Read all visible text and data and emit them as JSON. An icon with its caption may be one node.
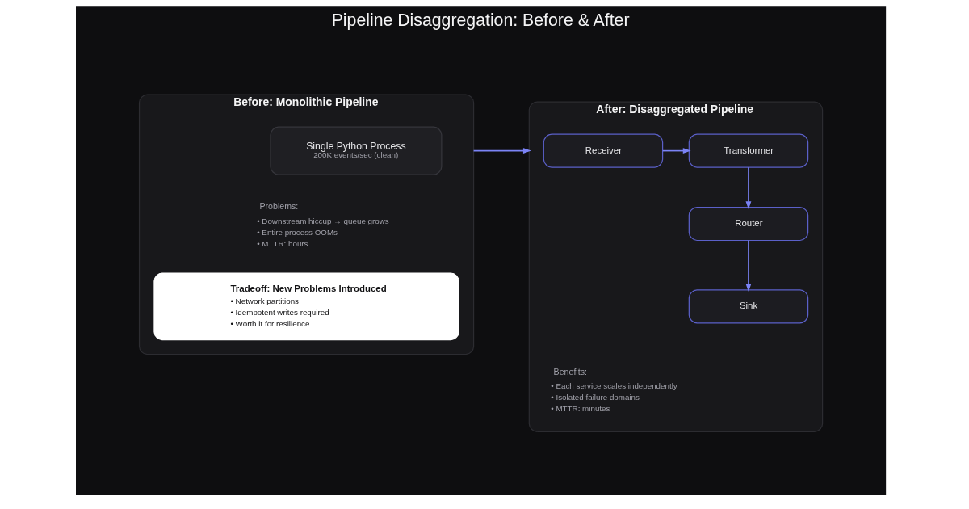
{
  "diagram": {
    "title": "Pipeline Disaggregation: Before & After",
    "nodes": [
      {
        "text": [
          "Before: Monolithic Pipeline"
        ]
      },
      {
        "text": [
          "Single Python Process",
          "200K events/sec (clean)"
        ],
        "in": 0
      },
      {
        "text": [
          "Tradeoff: New Problems Introduced",
          "• Network partitions",
          "• Idempotent writes required",
          "• Worth it for resilience"
        ],
        "in": 0
      },
      {
        "text": [
          "After: Disaggregated Pipeline"
        ]
      },
      {
        "text": [
          "Receiver"
        ],
        "in": 3
      },
      {
        "text": [
          "Transformer"
        ],
        "in": 3
      },
      {
        "text": [
          "Router"
        ],
        "in": 3
      },
      {
        "text": [
          "Sink"
        ],
        "in": 3
      }
    ],
    "edges": [
      {
        "from": 0,
        "to": 3,
        "arrow": "to"
      },
      {
        "from": 4,
        "to": 5,
        "arrow": "to"
      },
      {
        "from": 5,
        "to": 6,
        "arrow": "to"
      },
      {
        "from": 6,
        "to": 7,
        "arrow": "to"
      }
    ],
    "labels": [
      "Problems:",
      "• Downstream hiccup → queue grows",
      "• Entire process OOMs",
      "• MTTR: hours",
      "Benefits:",
      "• Each service scales independently",
      "• Isolated failure domains",
      "• MTTR: minutes"
    ]
  }
}
